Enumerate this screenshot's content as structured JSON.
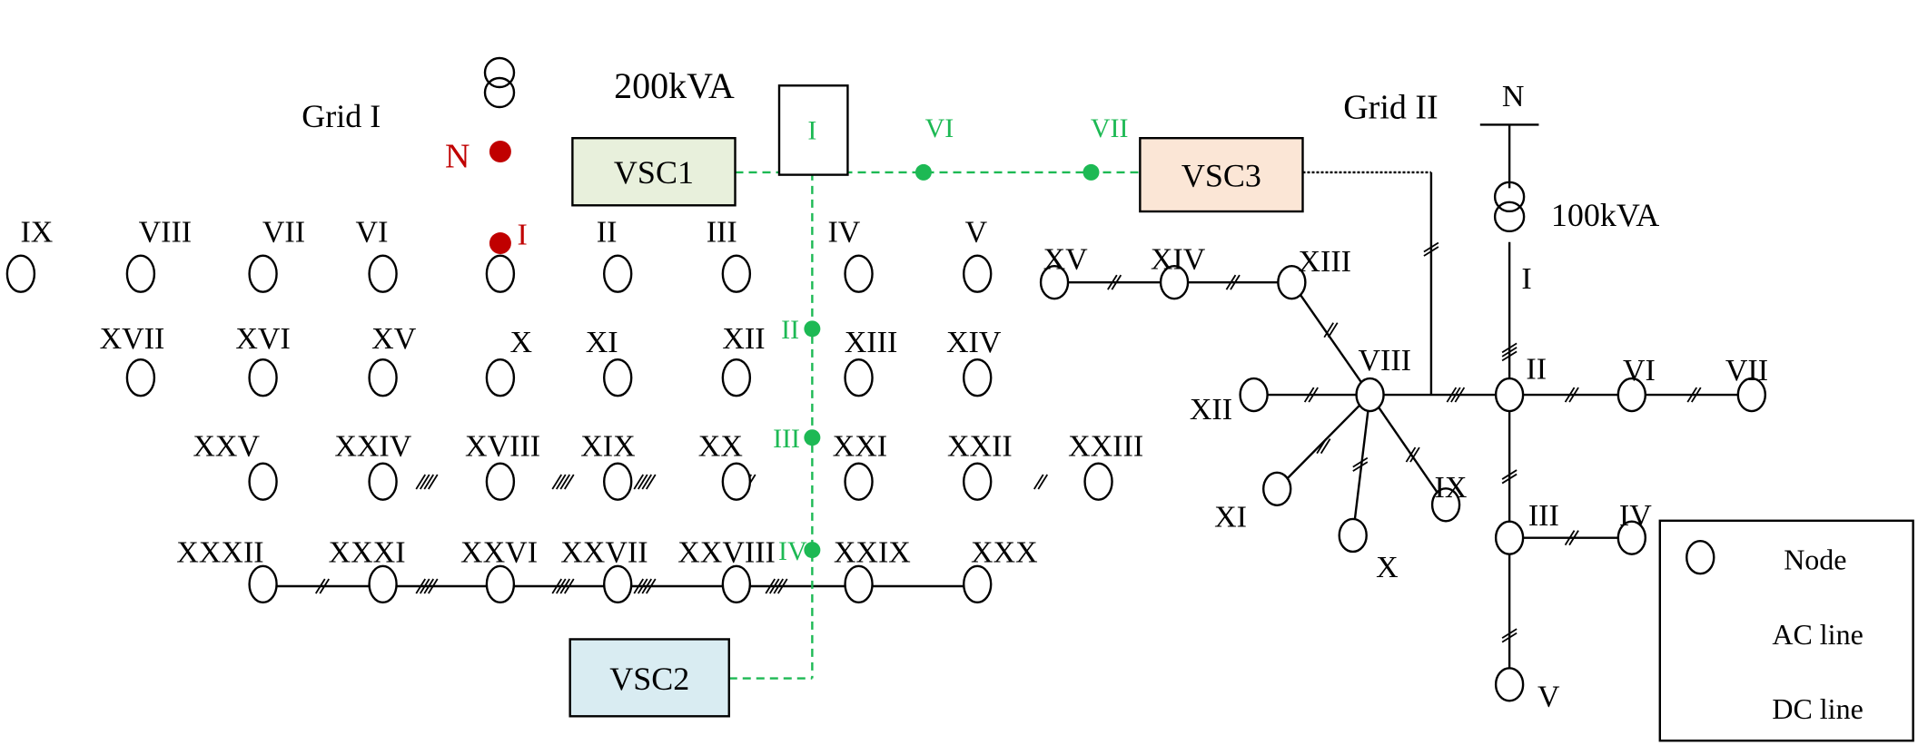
{
  "grid1": {
    "title": "Grid I",
    "transformer": "200kVA",
    "source_node": "N",
    "red_node": "I",
    "converters": {
      "vsc1": "VSC1",
      "vsc2": "VSC2"
    },
    "rows": [
      [
        "IX",
        "VIII",
        "VII",
        "VI",
        "",
        "II",
        "III",
        "IV",
        "V"
      ],
      [
        "XVII",
        "XVI",
        "XV",
        "X",
        "XI",
        "XII",
        "XIII",
        "XIV"
      ],
      [
        "XXV",
        "XXIV",
        "XVIII",
        "XIX",
        "XX",
        "XXI",
        "XXII",
        "XXIII"
      ],
      [
        "XXXII",
        "XXXI",
        "XXVI",
        "XXVII",
        "XXVIII",
        "XXIX",
        "XXX"
      ]
    ]
  },
  "grid2": {
    "title": "Grid II",
    "source_node": "N",
    "transformer": "100kVA",
    "converter": "VSC3",
    "labels": {
      "n1": "I",
      "n2": "II",
      "n3": "III",
      "n4": "IV",
      "n5": "V",
      "n6": "VI",
      "n7": "VII",
      "n8": "VIII",
      "n9": "IX",
      "n10": "X",
      "n11": "XI",
      "n12": "XII",
      "n13": "XIII",
      "n14": "XIV",
      "n15": "XV"
    }
  },
  "dc_network": {
    "hub": "I",
    "nodes": [
      "II",
      "III",
      "IV",
      "VI",
      "VII"
    ]
  },
  "legend": {
    "node": "Node",
    "ac_line": "AC line",
    "dc_line": "DC line"
  },
  "colors": {
    "line": "#000000",
    "dc_green": "#1db954",
    "red_node": "#c00000",
    "vsc1_fill": "#e8f0dc",
    "vsc2_fill": "#d9ecf2",
    "vsc3_fill": "#fbe6d6"
  }
}
